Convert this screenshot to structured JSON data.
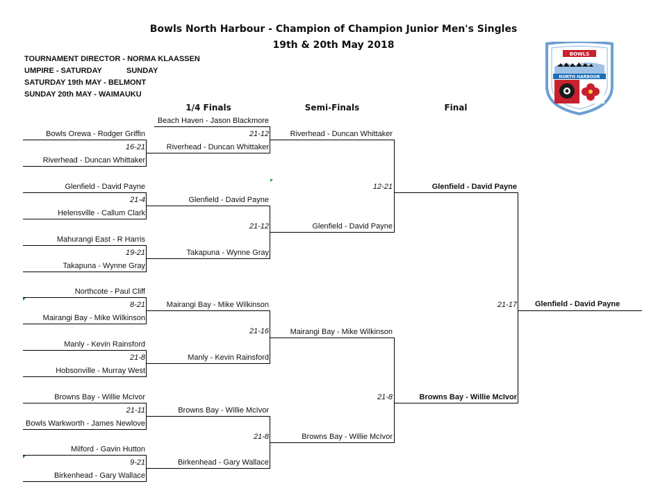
{
  "header": {
    "title": "Bowls North Harbour - Champion of Champion Junior Men's Singles",
    "dates": "19th & 20th May 2018"
  },
  "info": {
    "director": "TOURNAMENT DIRECTOR - NORMA KLAASSEN",
    "umpire": "UMPIRE - SATURDAY",
    "umpire_sunday": "SUNDAY",
    "saturday": "SATURDAY 19th MAY - BELMONT",
    "sunday": "SUNDAY 20th MAY - WAIMAUKU"
  },
  "columns": {
    "quarter": "1/4 Finals",
    "semi": "Semi-Finals",
    "final": "Final"
  },
  "logo": {
    "top_text": "BOWLS",
    "band_text": "NORTH HARBOUR"
  },
  "round1": [
    {
      "team_a": "Bowls Orewa - Rodger Griffin",
      "score": "16-21",
      "team_b": "Riverhead - Duncan Whittaker"
    },
    {
      "team_a": "Glenfield - David Payne",
      "score": "21-4",
      "team_b": "Helensville - Callum Clark"
    },
    {
      "team_a": "Mahurangi East - R Harris",
      "score": "19-21",
      "team_b": "Takapuna - Wynne Gray"
    },
    {
      "team_a": "Northcote - Paul Cliff",
      "score": "8-21",
      "team_b": "Mairangi Bay - Mike Wilkinson"
    },
    {
      "team_a": "Manly - Kevin Rainsford",
      "score": "21-8",
      "team_b": "Hobsonville - Murray West"
    },
    {
      "team_a": "Browns Bay - Willie McIvor",
      "score": "21-11",
      "team_b": "Bowls Warkworth - James Newlove"
    },
    {
      "team_a": "Milford - Gavin Hutton",
      "score": "9-21",
      "team_b": "Birkenhead - Gary Wallace"
    }
  ],
  "quarterfinals": {
    "bye": "Beach Haven - Jason Blackmore",
    "bye_score": "21-12",
    "qf1_winner": "Riverhead - Duncan Whittaker",
    "glenfield": "Glenfield - David Payne",
    "qf2_score": "21-12",
    "takapuna": "Takapuna - Wynne Gray",
    "mairangi": "Mairangi Bay - Mike Wilkinson",
    "qf3_score": "21-16",
    "manly": "Manly - Kevin Rainsford",
    "browns": "Browns Bay - Willie McIvor",
    "qf4_score": "21-8",
    "birkenhead": "Birkenhead - Gary Wallace"
  },
  "semifinals": {
    "riverhead": "Riverhead - Duncan Whittaker",
    "sf1_score": "12-21",
    "glenfield": "Glenfield - David Payne",
    "mairangi": "Mairangi Bay - Mike Wilkinson",
    "sf2_score": "21-8",
    "browns": "Browns Bay - Willie McIvor"
  },
  "final": {
    "finalist1": "Glenfield - David Payne",
    "finalist2": "Browns Bay - Willie McIvor",
    "score": "21-17",
    "champion": "Glenfield - David Payne"
  }
}
